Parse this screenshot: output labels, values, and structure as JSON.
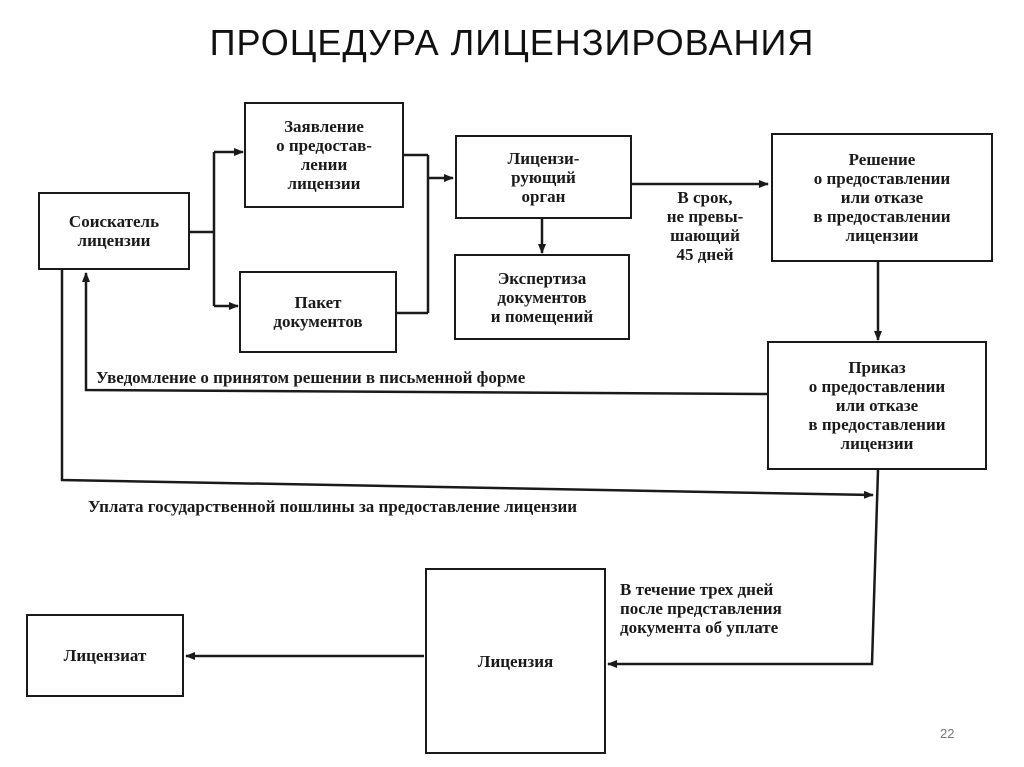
{
  "slide": {
    "title": "ПРОЦЕДУРА ЛИЦЕНЗИРОВАНИЯ",
    "page_number": "22"
  },
  "nodes": {
    "applicant": "Соискатель\nлицензии",
    "application": "Заявление\nо предостав-\nлении\nлицензии",
    "documents": "Пакет\nдокументов",
    "authority": "Лицензи-\nрующий\nорган",
    "expertise": "Экспертиза\nдокументов\nи помещений",
    "decision": "Решение\nо предоставлении\nили отказе\nв предоставлении\nлицензии",
    "order": "Приказ\nо предоставлении\nили отказе\nв предоставлении\nлицензии",
    "license": "Лицензия",
    "licensee": "Лицензиат"
  },
  "edge_labels": {
    "deadline": "В срок,\nне превы-\nшающий\n45 дней",
    "notification": "Уведомление о принятом решении в письменной форме",
    "fee": "Уплата государственной пошлины за предоставление лицензии",
    "three_days": "В течение трех дней\nпосле представления\nдокумента об уплате"
  }
}
